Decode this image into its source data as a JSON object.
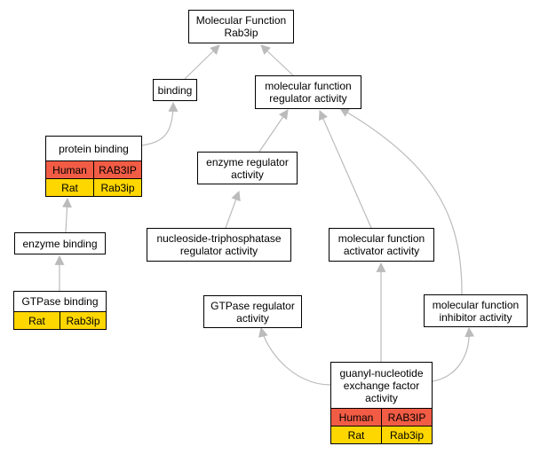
{
  "colors": {
    "human": "#f25c45",
    "rat": "#ffd700",
    "edge": "#bbbbbb"
  },
  "nodes": {
    "root": {
      "line1": "Molecular Function",
      "line2": "Rab3ip"
    },
    "binding": {
      "line1": "binding"
    },
    "mfra": {
      "line1": "molecular function",
      "line2": "regulator activity"
    },
    "protein_binding": {
      "line1": "protein binding",
      "rows": [
        {
          "species": "Human",
          "gene": "RAB3IP"
        },
        {
          "species": "Rat",
          "gene": "Rab3ip"
        }
      ]
    },
    "enzyme_regulator": {
      "line1": "enzyme regulator",
      "line2": "activity"
    },
    "nucleoside": {
      "line1": "nucleoside-triphosphatase",
      "line2": "regulator activity"
    },
    "mf_activator": {
      "line1": "molecular function",
      "line2": "activator activity"
    },
    "enzyme_binding": {
      "line1": "enzyme binding"
    },
    "gtpase_binding": {
      "line1": "GTPase binding",
      "rows": [
        {
          "species": "Rat",
          "gene": "Rab3ip"
        }
      ]
    },
    "gtpase_regulator": {
      "line1": "GTPase regulator",
      "line2": "activity"
    },
    "mf_inhibitor": {
      "line1": "molecular function",
      "line2": "inhibitor activity"
    },
    "guanyl": {
      "line1": "guanyl-nucleotide",
      "line2": "exchange factor",
      "line3": "activity",
      "rows": [
        {
          "species": "Human",
          "gene": "RAB3IP"
        },
        {
          "species": "Rat",
          "gene": "Rab3ip"
        }
      ]
    }
  }
}
